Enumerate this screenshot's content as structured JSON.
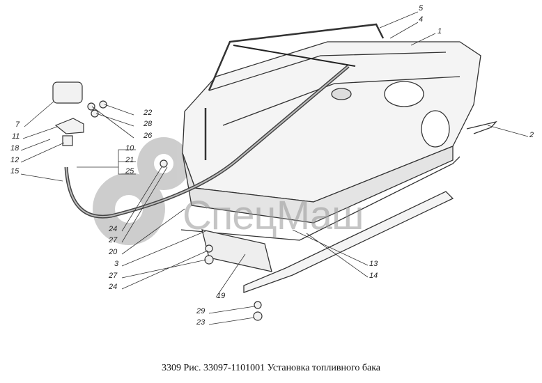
{
  "watermark": "СпецМаш",
  "caption": "3309 Рис. 33097-1101001  Установка топливного бака",
  "callouts": [
    "5",
    "4",
    "1",
    "2",
    "22",
    "28",
    "26",
    "10",
    "21",
    "25",
    "7",
    "11",
    "18",
    "12",
    "15",
    "24",
    "27",
    "20",
    "3",
    "27",
    "24",
    "19",
    "29",
    "23",
    "13",
    "14"
  ]
}
